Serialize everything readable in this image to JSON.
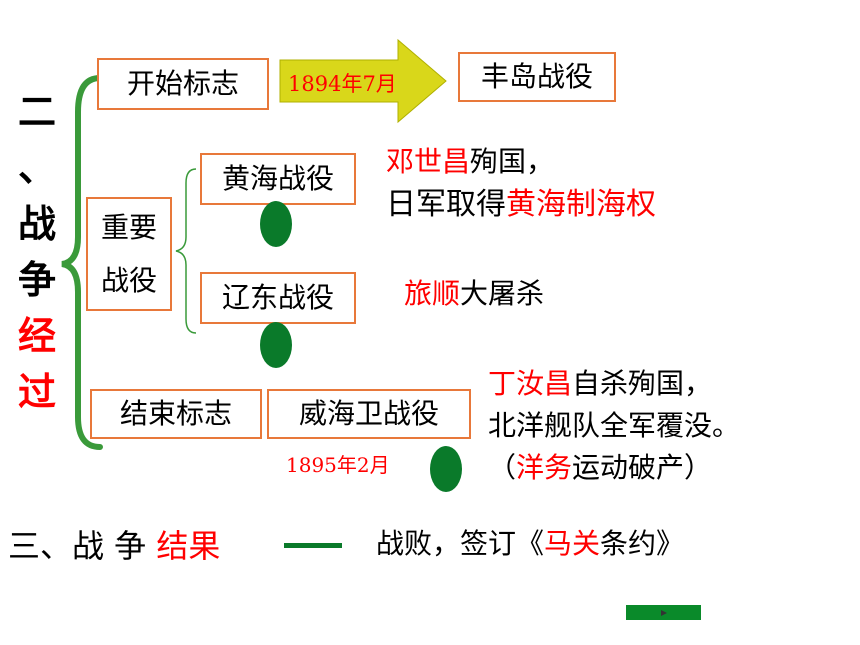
{
  "section2": {
    "title_chars": [
      "二",
      "、",
      "战",
      "争",
      "经",
      "过"
    ],
    "start": {
      "label": "开始标志",
      "date": "1894年7月",
      "battle": "丰岛战役"
    },
    "major": {
      "label_line1": "重要",
      "label_line2": "战役"
    },
    "huanghai": {
      "name": "黄海战役",
      "note1_red": "邓世昌",
      "note1_rest": "殉国，",
      "note2_pre": "日军取得",
      "note2_red": "黄海制海权"
    },
    "liaodong": {
      "name": "辽东战役",
      "note_red": "旅顺",
      "note_rest": "大屠杀"
    },
    "end": {
      "label": "结束标志",
      "battle": "威海卫战役",
      "date": "1895年2月",
      "note1_red": "丁汝昌",
      "note1_rest": "自杀殉国，",
      "note2": "北洋舰队全军覆没。",
      "note3_pre": "（",
      "note3_red": "洋务",
      "note3_rest": "运动破产）"
    }
  },
  "section3": {
    "label_pre": "三、战 争 ",
    "label_red": "结果",
    "result_pre": "战败，签订《",
    "result_red": "马关",
    "result_post": "条约》"
  },
  "colors": {
    "accent_red": "#ff0000",
    "box_border": "#e8783a",
    "brace_green": "#3a9a3a",
    "dot_green": "#0a7a2a",
    "arrow_fill": "#d9d71a"
  },
  "icons": {
    "play_button": "play-icon"
  }
}
